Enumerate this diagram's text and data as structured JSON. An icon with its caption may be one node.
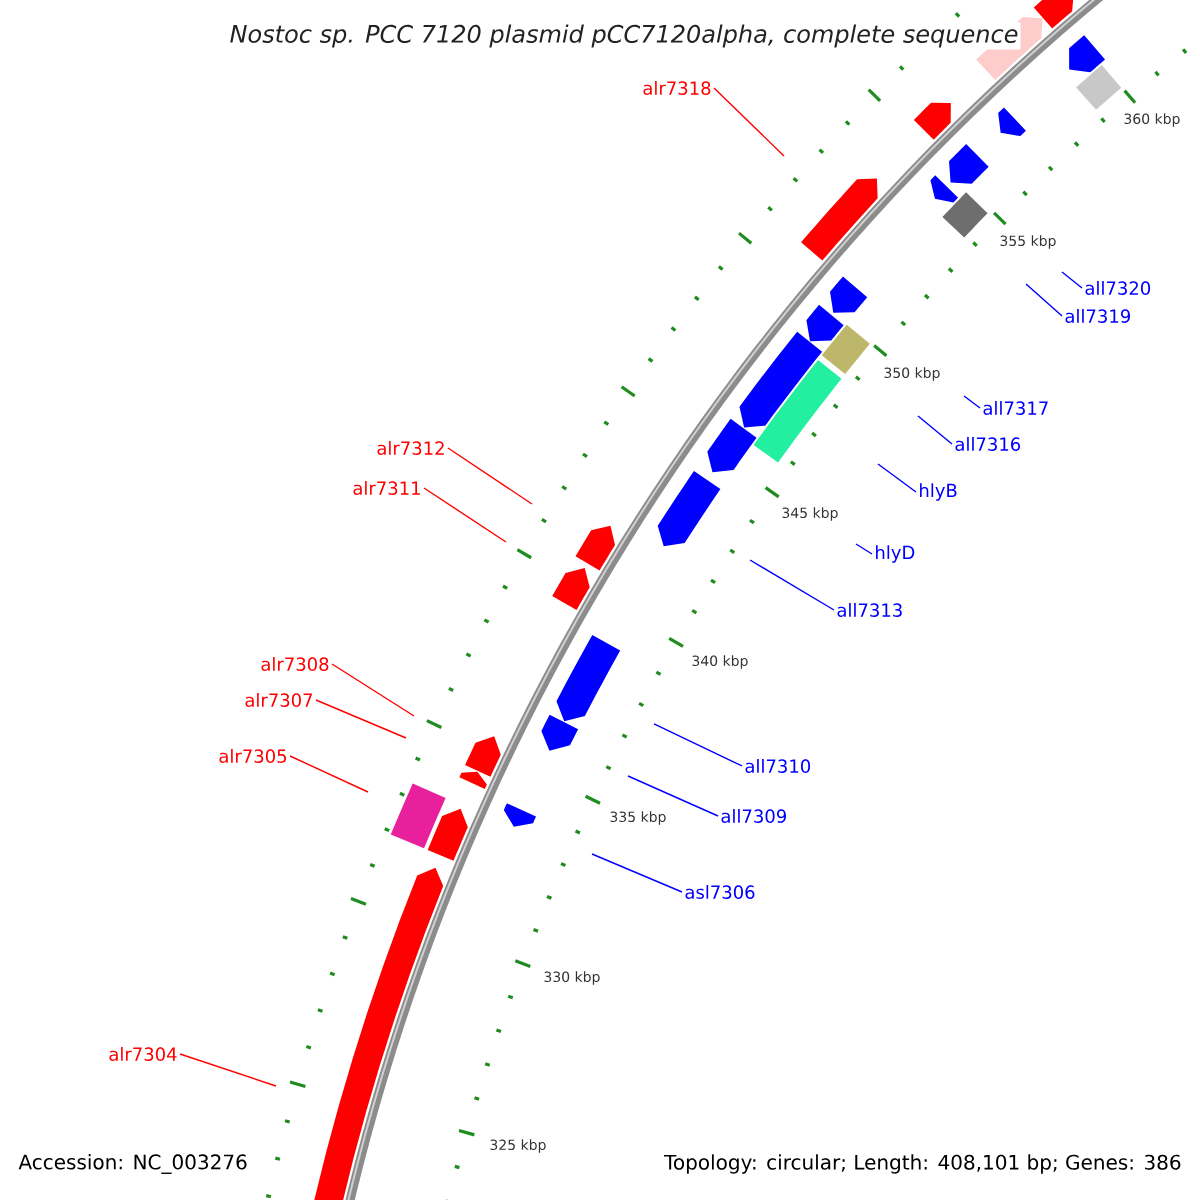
{
  "diagram": {
    "title": "Nostoc sp. PCC 7120 plasmid pCC7120alpha, complete sequence",
    "nodes": [
      {
        "text": [
          "alr7318"
        ]
      },
      {
        "text": [
          "all7320"
        ]
      },
      {
        "text": [
          "all7319"
        ]
      },
      {
        "text": [
          "all7317"
        ]
      },
      {
        "text": [
          "all7316"
        ]
      },
      {
        "text": [
          "alr7312"
        ]
      },
      {
        "text": [
          "alr7311"
        ]
      },
      {
        "text": [
          "hlyB"
        ]
      },
      {
        "text": [
          "hlyD"
        ]
      },
      {
        "text": [
          "all7313"
        ]
      },
      {
        "text": [
          "alr7308"
        ]
      },
      {
        "text": [
          "alr7307"
        ]
      },
      {
        "text": [
          "alr7305"
        ]
      },
      {
        "text": [
          "all7310"
        ]
      },
      {
        "text": [
          "all7309"
        ]
      },
      {
        "text": [
          "asl7306"
        ]
      },
      {
        "text": [
          "alr7304"
        ]
      }
    ],
    "edges": [
      {
        "from": 0,
        "to": null,
        "arrow": "none",
        "color": "#ff0000"
      },
      {
        "from": 1,
        "to": null,
        "arrow": "none"
      },
      {
        "from": 2,
        "to": null,
        "arrow": "none"
      },
      {
        "from": 3,
        "to": null,
        "arrow": "none"
      },
      {
        "from": 4,
        "to": null,
        "arrow": "none"
      },
      {
        "from": 5,
        "to": null,
        "arrow": "none",
        "color": "#ff0000"
      },
      {
        "from": 6,
        "to": null,
        "arrow": "none",
        "color": "#ff0000"
      },
      {
        "from": 7,
        "to": null,
        "arrow": "none"
      },
      {
        "from": 8,
        "to": null,
        "arrow": "none"
      },
      {
        "from": 9,
        "to": null,
        "arrow": "none"
      },
      {
        "from": 10,
        "to": null,
        "arrow": "none",
        "color": "#ff0000"
      },
      {
        "from": 11,
        "to": null,
        "arrow": "none",
        "color": "#ff0000"
      },
      {
        "from": 12,
        "to": null,
        "arrow": "none",
        "color": "#ff0000"
      },
      {
        "from": 13,
        "to": null,
        "arrow": "none"
      },
      {
        "from": 14,
        "to": null,
        "arrow": "none"
      },
      {
        "from": 15,
        "to": null,
        "arrow": "none"
      },
      {
        "from": 16,
        "to": null,
        "arrow": "none",
        "color": "#ff0000"
      }
    ],
    "labels": [
      "360 kbp",
      "355 kbp",
      "350 kbp",
      "345 kbp",
      "340 kbp",
      "335 kbp",
      "330 kbp",
      "325 kbp",
      "Accession: NC_003276",
      "Topology: circular; Length: 408,101 bp; Genes: 386"
    ]
  }
}
